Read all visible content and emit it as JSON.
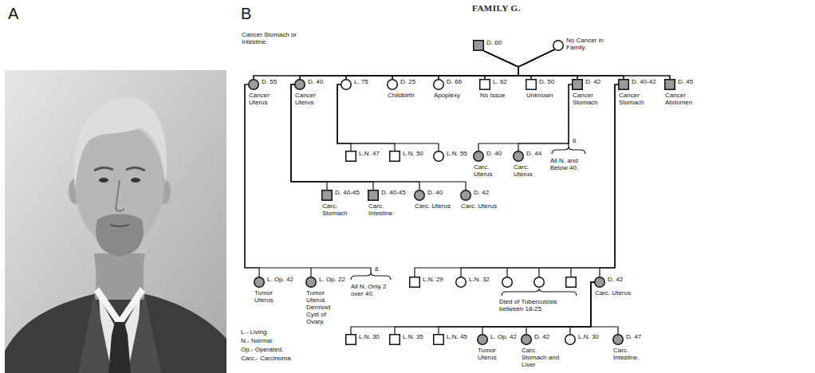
{
  "diagram": {
    "title": "FAMILY G.",
    "nodes": [
      {
        "text": [
          "Cancer Stomach or Intestine.",
          "D. 60"
        ]
      },
      {
        "text": [
          "No Cancer in Family."
        ]
      },
      {
        "text": [
          "D. 55",
          "Cancer Uterus"
        ]
      },
      {
        "text": [
          "D. 40",
          "Cancer Uterus"
        ]
      },
      {
        "text": [
          "L. 75"
        ]
      },
      {
        "text": [
          "D. 25",
          "Childbirth"
        ]
      },
      {
        "text": [
          "D. 66",
          "Apoplexy"
        ]
      },
      {
        "text": [
          "L. 62",
          "No Issue"
        ]
      },
      {
        "text": [
          "D. 50",
          "Unknown"
        ]
      },
      {
        "text": [
          "D. 42",
          "Cancer Stomach"
        ]
      },
      {
        "text": [
          "D. 40-42",
          "Cancer Stomach"
        ]
      },
      {
        "text": [
          "D. 45",
          "Cancer Abdomen"
        ]
      },
      {
        "text": [
          "L.N. 47"
        ]
      },
      {
        "text": [
          "L.N. 50"
        ]
      },
      {
        "text": [
          "L.N. 55"
        ]
      },
      {
        "text": [
          "D. 40",
          "Carc. Uterus"
        ]
      },
      {
        "text": [
          "D. 44",
          "Carc. Uterus"
        ]
      },
      {
        "text": [
          "D. 40-45",
          "Carc. Stomach"
        ]
      },
      {
        "text": [
          "D. 40-45",
          "Carc. Intestine"
        ]
      },
      {
        "text": [
          "D. 40",
          "Carc. Uterus"
        ]
      },
      {
        "text": [
          "D. 42",
          "Carc. Uterus"
        ]
      },
      {
        "text": [
          "L. Op. 42",
          "Tumor Uterus"
        ]
      },
      {
        "text": [
          "L. Op. 22",
          "Tumor Uterus Dermoid Cyst of Ovary."
        ]
      },
      {
        "text": [
          "L.N. 29"
        ]
      },
      {
        "text": [
          "L.N. 32"
        ]
      },
      {
        "text": [
          "D. 42",
          "Carc. Uterus"
        ]
      },
      {
        "text": [
          "L.N. 30"
        ]
      },
      {
        "text": [
          "L.N. 35"
        ]
      },
      {
        "text": [
          "L.N. 45"
        ]
      },
      {
        "text": [
          "L. Op. 42",
          "Tumor Uterus"
        ]
      },
      {
        "text": [
          "D. 42",
          "Carc. Stomach and Liver"
        ]
      },
      {
        "text": [
          "L.N. 30"
        ]
      },
      {
        "text": [
          "D. 47",
          "Carc. Intestine."
        ]
      }
    ],
    "edges": [
      {
        "from": 0,
        "to": 2,
        "arrow": "none"
      },
      {
        "from": 0,
        "to": 3,
        "arrow": "none"
      },
      {
        "from": 0,
        "to": 4,
        "arrow": "none"
      },
      {
        "from": 0,
        "to": 5,
        "arrow": "none"
      },
      {
        "from": 0,
        "to": 6,
        "arrow": "none"
      },
      {
        "from": 0,
        "to": 7,
        "arrow": "none"
      },
      {
        "from": 0,
        "to": 8,
        "arrow": "none"
      },
      {
        "from": 0,
        "to": 9,
        "arrow": "none"
      },
      {
        "from": 0,
        "to": 10,
        "arrow": "none"
      },
      {
        "from": 0,
        "to": 11,
        "arrow": "none"
      },
      {
        "from": 1,
        "to": 2,
        "arrow": "none"
      },
      {
        "from": 1,
        "to": 3,
        "arrow": "none"
      },
      {
        "from": 1,
        "to": 4,
        "arrow": "none"
      },
      {
        "from": 1,
        "to": 5,
        "arrow": "none"
      },
      {
        "from": 1,
        "to": 6,
        "arrow": "none"
      },
      {
        "from": 1,
        "to": 7,
        "arrow": "none"
      },
      {
        "from": 1,
        "to": 8,
        "arrow": "none"
      },
      {
        "from": 1,
        "to": 9,
        "arrow": "none"
      },
      {
        "from": 1,
        "to": 10,
        "arrow": "none"
      },
      {
        "from": 1,
        "to": 11,
        "arrow": "none"
      },
      {
        "from": 2,
        "to": 21,
        "arrow": "none"
      },
      {
        "from": 2,
        "to": 22,
        "arrow": "none"
      },
      {
        "from": 3,
        "to": 17,
        "arrow": "none"
      },
      {
        "from": 3,
        "to": 18,
        "arrow": "none"
      },
      {
        "from": 3,
        "to": 19,
        "arrow": "none"
      },
      {
        "from": 3,
        "to": 20,
        "arrow": "none"
      },
      {
        "from": 4,
        "to": 12,
        "arrow": "none"
      },
      {
        "from": 4,
        "to": 13,
        "arrow": "none"
      },
      {
        "from": 4,
        "to": 14,
        "arrow": "none"
      },
      {
        "from": 9,
        "to": 15,
        "arrow": "none"
      },
      {
        "from": 9,
        "to": 16,
        "arrow": "none"
      },
      {
        "from": 10,
        "to": 23,
        "arrow": "none"
      },
      {
        "from": 10,
        "to": 24,
        "arrow": "none"
      },
      {
        "from": 10,
        "to": 25,
        "arrow": "none"
      },
      {
        "from": 25,
        "to": 26,
        "arrow": "none"
      },
      {
        "from": 25,
        "to": 27,
        "arrow": "none"
      },
      {
        "from": 25,
        "to": 28,
        "arrow": "none"
      },
      {
        "from": 25,
        "to": 29,
        "arrow": "none"
      },
      {
        "from": 25,
        "to": 30,
        "arrow": "none"
      },
      {
        "from": 25,
        "to": 31,
        "arrow": "none"
      },
      {
        "from": 25,
        "to": 32,
        "arrow": "none"
      }
    ],
    "labels": [
      "A",
      "B",
      "6",
      "All N. and Below 40.",
      "8",
      "All N. Only 2 over 40.",
      "Died of Tuberculosis between 18-25.",
      "L.- Living.",
      "N.- Normal",
      "Op.- Operated.",
      "Carc.- Carcinoma"
    ]
  }
}
